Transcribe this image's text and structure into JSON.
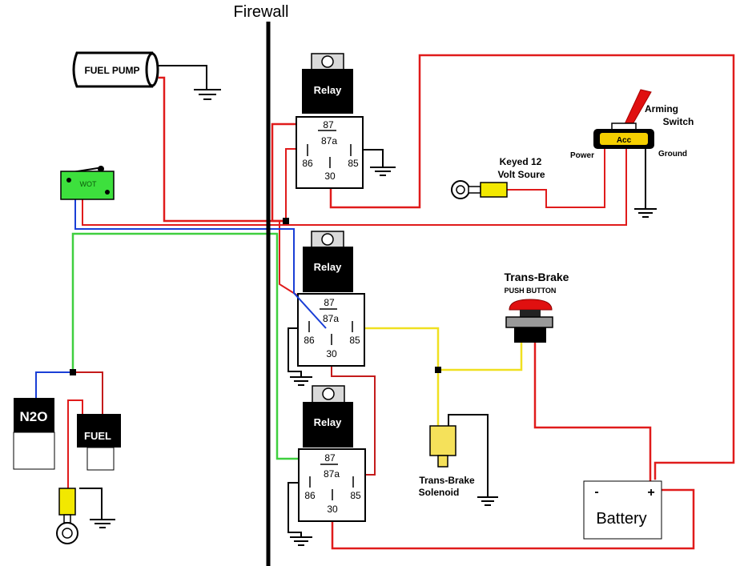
{
  "diagram": {
    "firewall_label": "Firewall",
    "fuel_pump_label": "FUEL PUMP",
    "wot_label": "WOT",
    "relay_label": "Relay",
    "relay_pins": {
      "p87": "87",
      "p87a": "87a",
      "p86": "86",
      "p85": "85",
      "p30": "30"
    },
    "arming_switch_label_1": "Arming",
    "arming_switch_label_2": "Switch",
    "acc_label": "Acc",
    "power_label": "Power",
    "ground_label": "Ground",
    "keyed_label_1": "Keyed 12",
    "keyed_label_2": "Volt Soure",
    "trans_brake_title": "Trans-Brake",
    "push_button_label": "PUSH BUTTON",
    "solenoid_label_1": "Trans-Brake",
    "solenoid_label_2": "Solenoid",
    "battery_label": "Battery",
    "battery_minus": "-",
    "battery_plus": "+",
    "n2o_label": "N2O",
    "fuel_label": "FUEL",
    "colors": {
      "red_wire": "#e01b1b",
      "blue_wire": "#1a3fd6",
      "green_wire": "#3fcf3f",
      "yellow_wire": "#f0e020",
      "black": "#000000",
      "wot_switch": "#3de03d",
      "acc_switch": "#f5cf00",
      "push_button_red": "#e01010",
      "keyed_terminal": "#f2e800",
      "solenoid": "#f5e15a"
    }
  }
}
